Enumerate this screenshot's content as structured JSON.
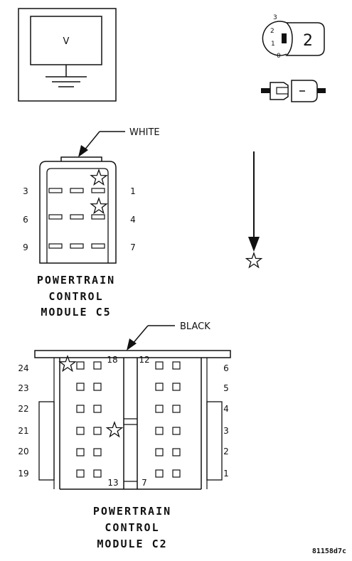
{
  "meter": {
    "label": "V"
  },
  "ignition": {
    "position": "2",
    "scale": [
      "3",
      "2",
      "1",
      "0"
    ]
  },
  "c5": {
    "wire_color": "WHITE",
    "left_pins": [
      "3",
      "6",
      "9"
    ],
    "right_pins": [
      "1",
      "4",
      "7"
    ],
    "title": [
      "POWERTRAIN",
      "CONTROL",
      "MODULE C5"
    ]
  },
  "c2": {
    "wire_color": "BLACK",
    "left_pins": [
      "24",
      "23",
      "22",
      "21",
      "20",
      "19"
    ],
    "right_pins": [
      "6",
      "5",
      "4",
      "3",
      "2",
      "1"
    ],
    "inner_top_left": "18",
    "inner_top_right": "12",
    "inner_bottom_left": "13",
    "inner_bottom_right": "7",
    "title": [
      "POWERTRAIN",
      "CONTROL",
      "MODULE C2"
    ]
  },
  "figure_code": "81158d7c"
}
